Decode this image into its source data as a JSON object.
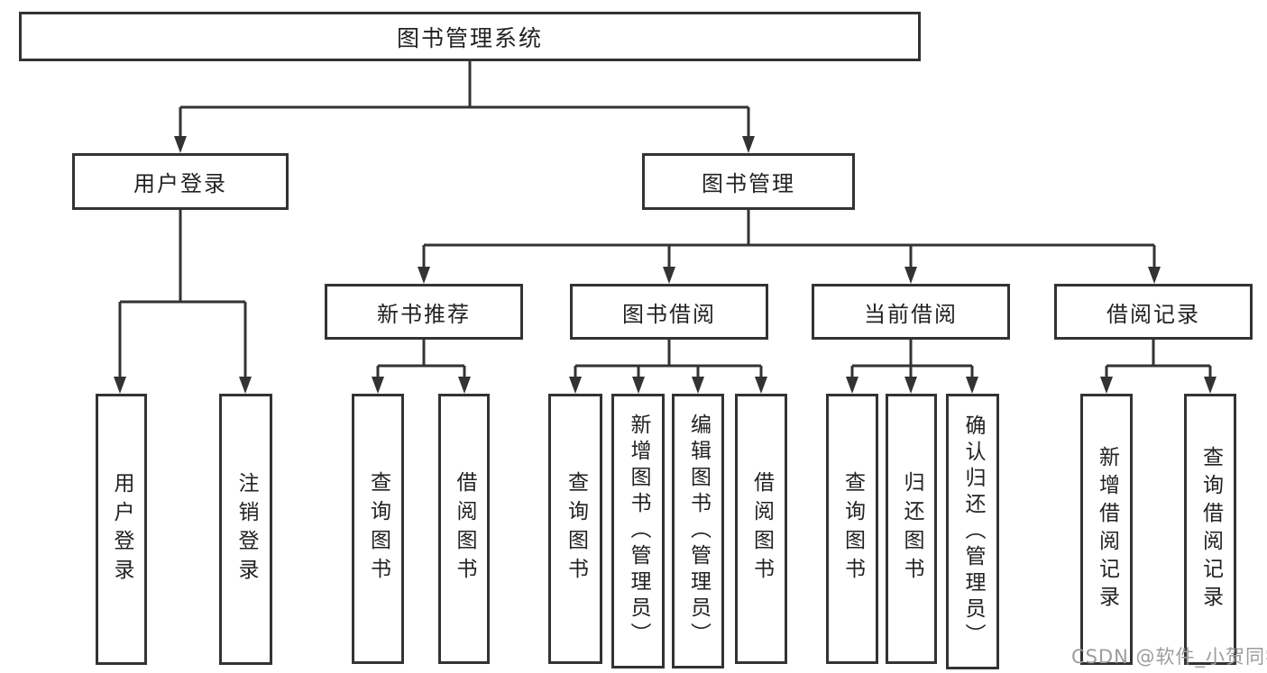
{
  "diagram": {
    "root": {
      "label": "图书管理系统"
    },
    "branches": [
      {
        "label": "用户登录",
        "children": [
          {
            "label": "用户登录"
          },
          {
            "label": "注销登录"
          }
        ]
      },
      {
        "label": "图书管理",
        "sections": [
          {
            "label": "新书推荐",
            "children": [
              {
                "label": "查询图书"
              },
              {
                "label": "借阅图书"
              }
            ]
          },
          {
            "label": "图书借阅",
            "children": [
              {
                "label": "查询图书"
              },
              {
                "label": "新增图书（管理员）"
              },
              {
                "label": "编辑图书（管理员）"
              },
              {
                "label": "借阅图书"
              }
            ]
          },
          {
            "label": "当前借阅",
            "children": [
              {
                "label": "查询图书"
              },
              {
                "label": "归还图书"
              },
              {
                "label": "确认归还（管理员）"
              }
            ]
          },
          {
            "label": "借阅记录",
            "children": [
              {
                "label": "新增借阅记录"
              },
              {
                "label": "查询借阅记录"
              }
            ]
          }
        ]
      }
    ]
  },
  "watermark": {
    "text": "CSDN @软件_小贺同学",
    "color": "#9c9c9c"
  },
  "colors": {
    "line": "#333333",
    "box_border": "#333333",
    "box_fill": "#ffffff",
    "text": "#222222",
    "background": "#ffffff"
  }
}
